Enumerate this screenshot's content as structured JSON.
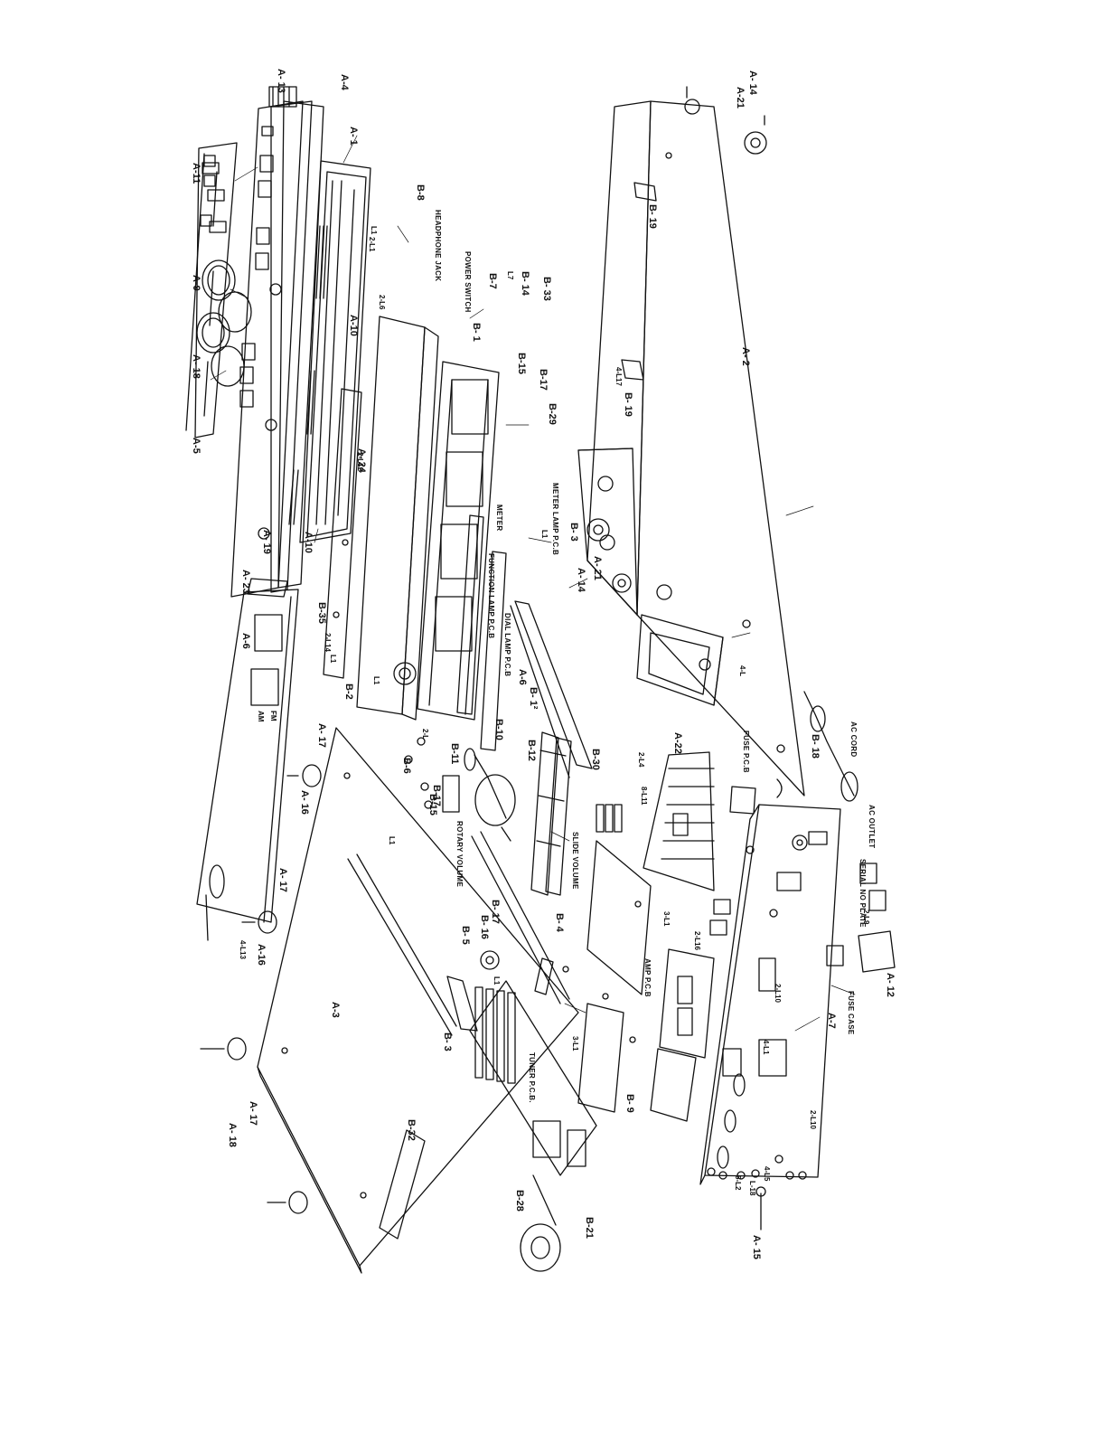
{
  "diagram": {
    "part_labels": [
      "A- 13",
      "A-4",
      "A- 1",
      "A-11",
      "A-9",
      "A- 18",
      "A-5",
      "A-10",
      "A- 24",
      "A-10",
      "A- 19",
      "A- 23",
      "A-6",
      "B-35",
      "B-2",
      "A- 17",
      "A- 16",
      "A- 17",
      "A-16",
      "A-3",
      "A- 17",
      "A- 18",
      "B-32",
      "B-28",
      "B-21",
      "B-8",
      "B-7",
      "B- 14",
      "B- 33",
      "B- 1",
      "B-15",
      "B-17",
      "B-29",
      "B- 3",
      "A- 21",
      "A- 14",
      "A-6",
      "B- 1²",
      "B-10",
      "B-12",
      "B-30",
      "B-6",
      "B-11",
      "B-17",
      "B-15",
      "B- 4",
      "B- 17",
      "B- 16",
      "B- 5",
      "B- 3",
      "B- 9",
      "A- 14",
      "A-21",
      "B- 19",
      "A- 2",
      "B- 19",
      "B- 18",
      "A-22",
      "A- 12",
      "A-7",
      "A- 15"
    ],
    "component_labels": [
      "HEADPHONE JACK",
      "POWER SWITCH",
      "METER LAMP P.C.B",
      "METER",
      "FUNCTION LAMP P.C.B",
      "DIAL LAMP P.C.B",
      "ROTARY VOLUME",
      "SLIDE VOLUME",
      "TUNER P.C.B.",
      "AMP P.C.B",
      "FUSE P.C.B",
      "AC CORD",
      "AC OUTLET",
      "SERIAL NO PLATE",
      "FUSE CASE"
    ],
    "screw_labels": [
      "L1",
      "2-L1",
      "2-L6",
      "2-L12",
      "L7",
      "L1",
      "2-L14",
      "L1",
      "2-L",
      "L1",
      "L1",
      "L1",
      "2-L4",
      "8-L11",
      "3-L1",
      "2-L16",
      "2-L10",
      "4-L1",
      "2-L10",
      "3-L1",
      "4-L13",
      "4-L17",
      "4-L",
      "2-L9",
      "4-L5",
      "L-18",
      "5-L2"
    ],
    "panel_text": [
      "FM",
      "AM"
    ]
  }
}
